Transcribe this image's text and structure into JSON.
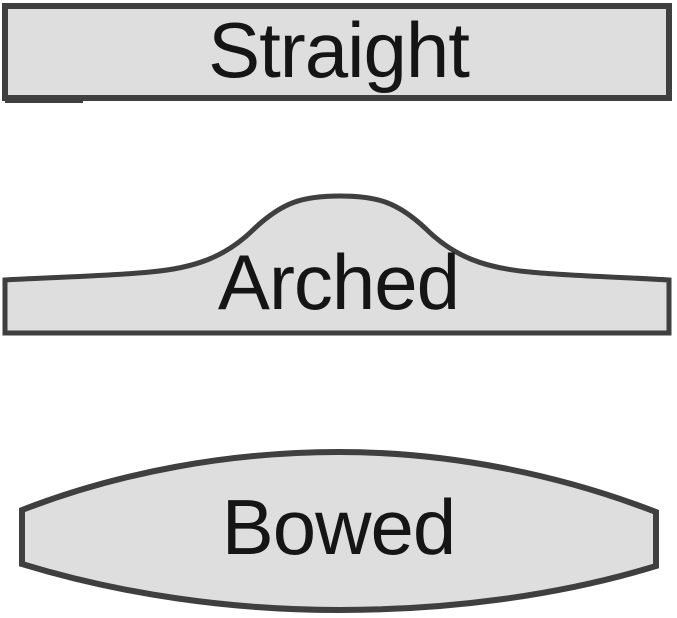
{
  "figure": {
    "description": "Diagram of three horizontal profile shapes",
    "shapes": [
      {
        "name": "straight",
        "label": "Straight",
        "outline": "rectangle"
      },
      {
        "name": "arched",
        "label": "Arched",
        "outline": "band with central hump"
      },
      {
        "name": "bowed",
        "label": "Bowed",
        "outline": "lens with flattened tips"
      }
    ],
    "colors": {
      "fill": "#dedede",
      "stroke": "#3f3f3f",
      "label_text": "#151515",
      "background": "#ffffff"
    }
  }
}
